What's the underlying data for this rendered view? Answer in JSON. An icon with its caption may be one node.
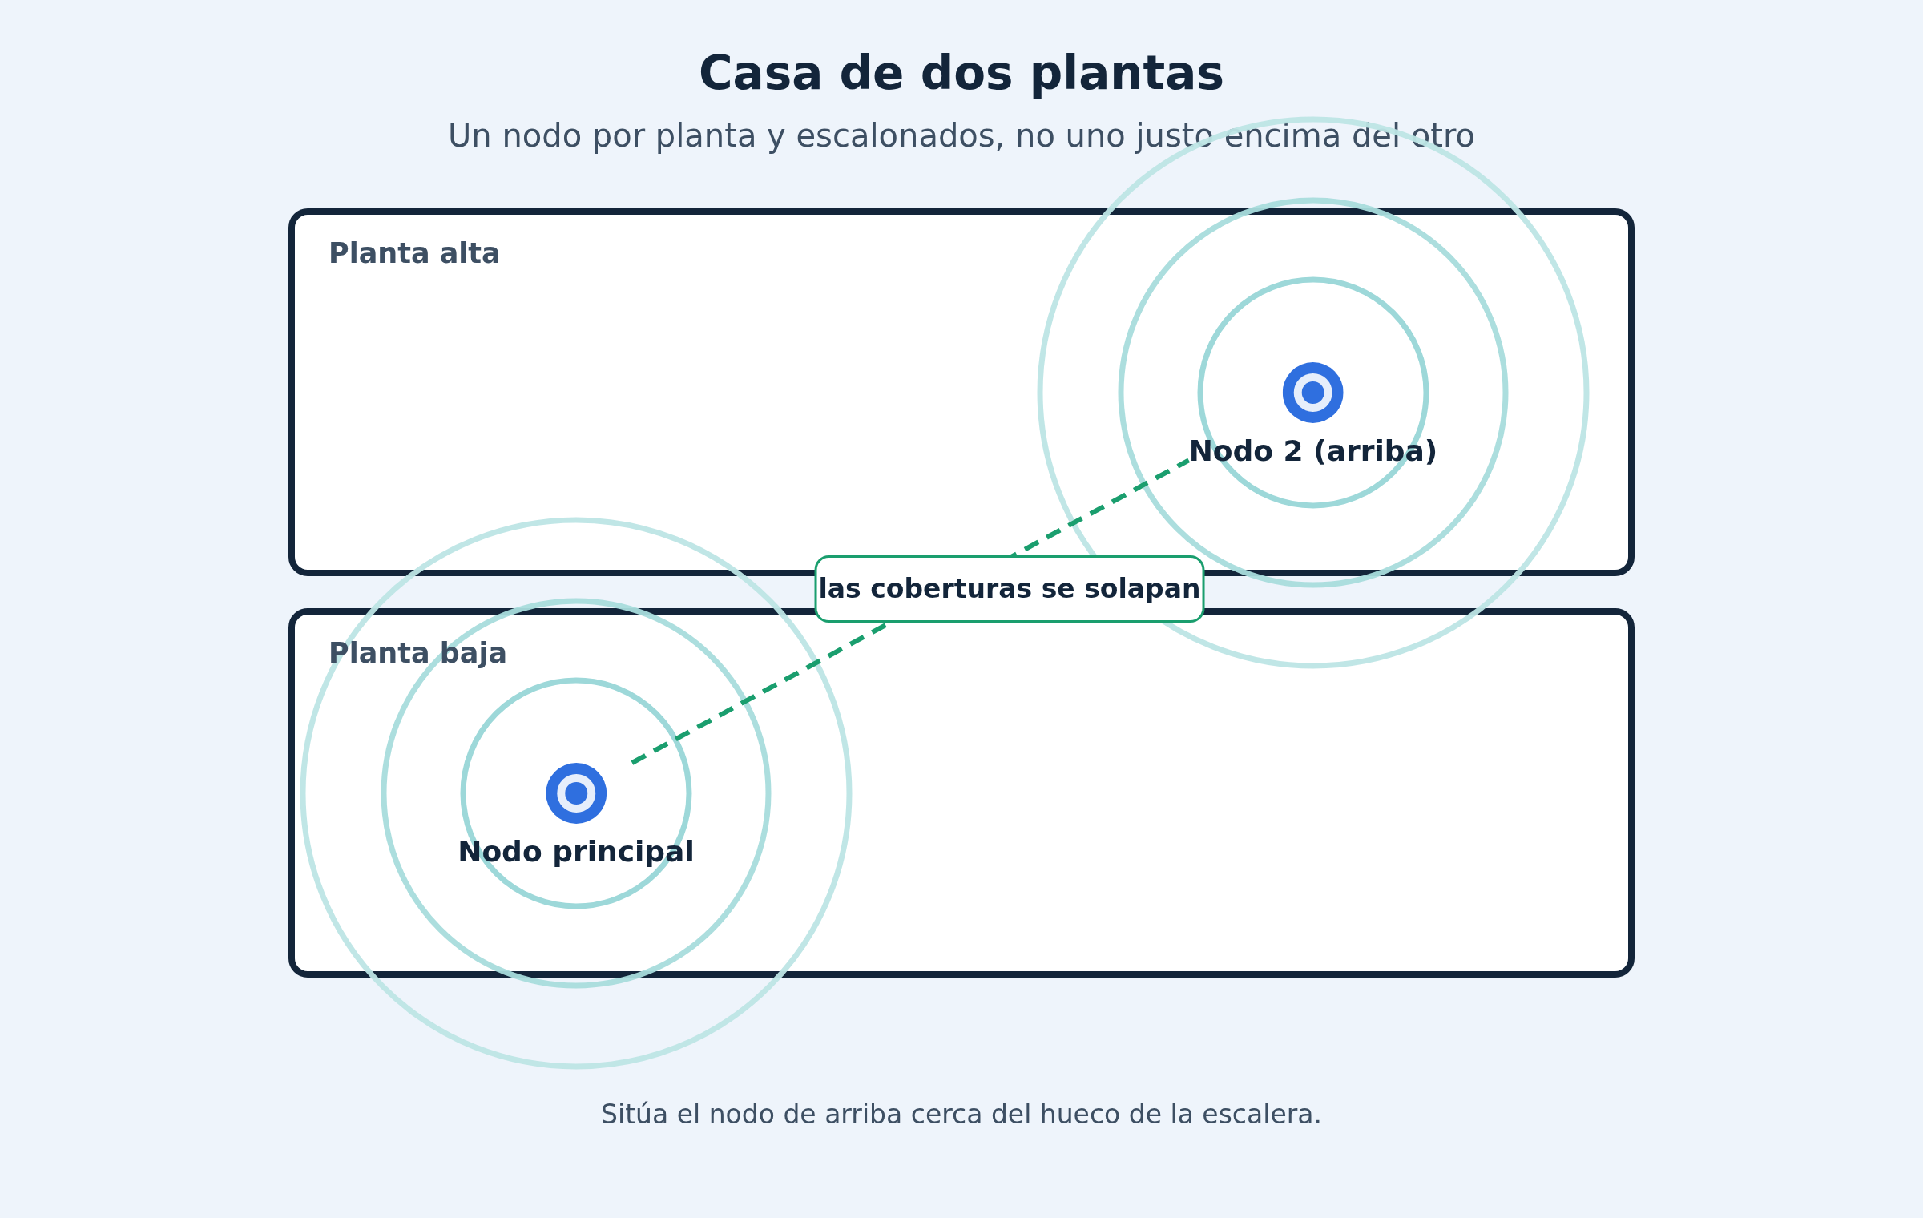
{
  "diagram": {
    "title": "Casa de dos plantas",
    "caption": "Sitúa el nodo de arriba cerca del hueco de la escalera.",
    "nodes": [
      {
        "text": [
          "Planta alta"
        ]
      },
      {
        "text": [
          "Nodo 2 (arriba)"
        ],
        "in": 0
      },
      {
        "text": [
          "Planta baja"
        ]
      },
      {
        "text": [
          "Nodo principal"
        ],
        "in": 2
      }
    ],
    "edges": [
      {
        "from": 3,
        "to": 1,
        "arrow": "none",
        "style": "dashed",
        "label": "las coberturas se solapan"
      }
    ],
    "labels": [
      "Un nodo por planta y escalonados, no uno justo encima del otro"
    ]
  }
}
